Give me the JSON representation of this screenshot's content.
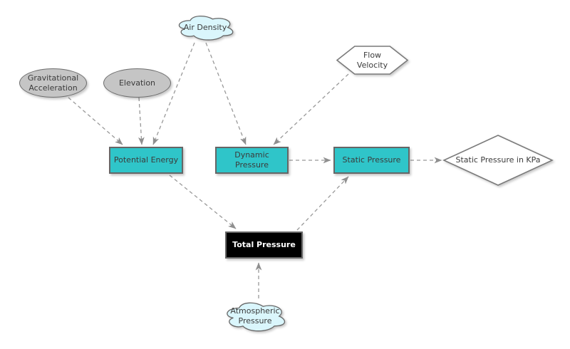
{
  "diagram": {
    "title": "Pressure calculation concept diagram",
    "colors": {
      "node_teal": "#2fc5c9",
      "node_gray": "#c5c5c5",
      "node_cloud_blue": "#daf6fc",
      "node_black": "#000000",
      "node_white": "#ffffff",
      "border_gray": "#666666",
      "edge_gray": "#999999",
      "text_dark": "#3b3b3b",
      "text_light": "#ffffff"
    },
    "nodes": {
      "air_density": {
        "label": "Air Density",
        "shape": "cloud"
      },
      "gravitational_acceleration": {
        "label": "Gravitational Acceleration",
        "shape": "ellipse"
      },
      "elevation": {
        "label": "Elevation",
        "shape": "ellipse"
      },
      "flow_velocity": {
        "label": "Flow Velocity",
        "shape": "hexagon"
      },
      "potential_energy": {
        "label": "Potential Energy",
        "shape": "rectangle"
      },
      "dynamic_pressure": {
        "label": "Dynamic Pressure",
        "shape": "rectangle"
      },
      "static_pressure": {
        "label": "Static Pressure",
        "shape": "rectangle"
      },
      "static_pressure_in_kpa": {
        "label": "Static Pressure in KPa",
        "shape": "diamond"
      },
      "total_pressure": {
        "label": "Total Pressure",
        "shape": "rectangle-black"
      },
      "atmospheric_pressure": {
        "label": "Atmospheric Pressure",
        "shape": "cloud"
      }
    },
    "edges": [
      {
        "from": "gravitational_acceleration",
        "to": "potential_energy",
        "style": "dashed-arrow"
      },
      {
        "from": "elevation",
        "to": "potential_energy",
        "style": "dashed-arrow"
      },
      {
        "from": "air_density",
        "to": "potential_energy",
        "style": "dashed-arrow"
      },
      {
        "from": "air_density",
        "to": "dynamic_pressure",
        "style": "dashed-arrow"
      },
      {
        "from": "flow_velocity",
        "to": "dynamic_pressure",
        "style": "dashed-arrow"
      },
      {
        "from": "dynamic_pressure",
        "to": "static_pressure",
        "style": "dashed-arrow"
      },
      {
        "from": "static_pressure",
        "to": "static_pressure_in_kpa",
        "style": "dashed-arrow"
      },
      {
        "from": "potential_energy",
        "to": "total_pressure",
        "style": "dashed-arrow"
      },
      {
        "from": "total_pressure",
        "to": "static_pressure",
        "style": "dashed-arrow"
      },
      {
        "from": "atmospheric_pressure",
        "to": "total_pressure",
        "style": "dashed-arrow"
      }
    ]
  }
}
